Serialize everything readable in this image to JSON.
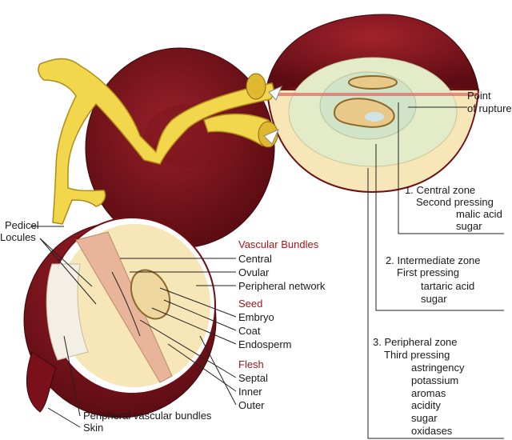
{
  "labels": {
    "point_of_rupture": [
      "Point",
      "of rupture"
    ],
    "pedicel": "Pedicel",
    "locules": "Locules",
    "vascular_bundles": {
      "heading": "Vascular Bundles",
      "items": [
        "Central",
        "Ovular",
        "Peripheral network"
      ]
    },
    "seed": {
      "heading": "Seed",
      "items": [
        "Embryo",
        "Coat",
        "Endosperm"
      ]
    },
    "flesh": {
      "heading": "Flesh",
      "items": [
        "Septal",
        "Inner",
        "Outer"
      ]
    },
    "peripheral_vascular_bundles": "Peripheral vascular bundles",
    "skin": "Skin",
    "zones": [
      {
        "title": "1. Central zone",
        "pressing": "Second pressing",
        "items": [
          "malic acid",
          "sugar"
        ]
      },
      {
        "title": "2. Intermediate zone",
        "pressing": "First pressing",
        "items": [
          "tartaric acid",
          "sugar"
        ]
      },
      {
        "title": "3. Peripheral zone",
        "pressing": "Third pressing",
        "items": [
          "astringency",
          "potassium",
          "aromas",
          "acidity",
          "sugar",
          "oxidases"
        ]
      }
    ]
  },
  "colors": {
    "skin_dark": "#6e0f16",
    "skin_mid": "#8e1b24",
    "stem": "#f2d64b",
    "flesh_outer": "#f7e7b8",
    "flesh_inner": "#e3ebc8",
    "heading_red": "#a4161a"
  }
}
